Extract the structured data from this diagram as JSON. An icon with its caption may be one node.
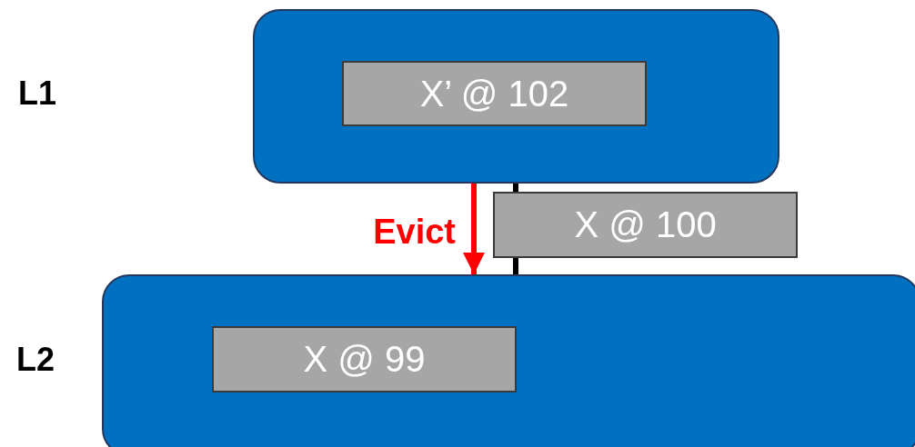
{
  "diagram": {
    "nodes": [
      {
        "text": [],
        "shape": "box"
      },
      {
        "text": [
          "X’ @ 102"
        ],
        "in": 0
      },
      {
        "text": [
          "X @ 100"
        ]
      },
      {
        "text": [],
        "shape": "box"
      },
      {
        "text": [
          "X @ 99"
        ],
        "in": 3
      }
    ],
    "edges": [
      {
        "from": 0,
        "to": 3,
        "arrow": "to",
        "label": "Evict",
        "color": "#ff0000"
      },
      {
        "from": 0,
        "to": 2,
        "arrow": "none"
      },
      {
        "from": 2,
        "to": 3,
        "arrow": "none"
      }
    ],
    "labels": [
      "L1",
      "L2"
    ]
  }
}
